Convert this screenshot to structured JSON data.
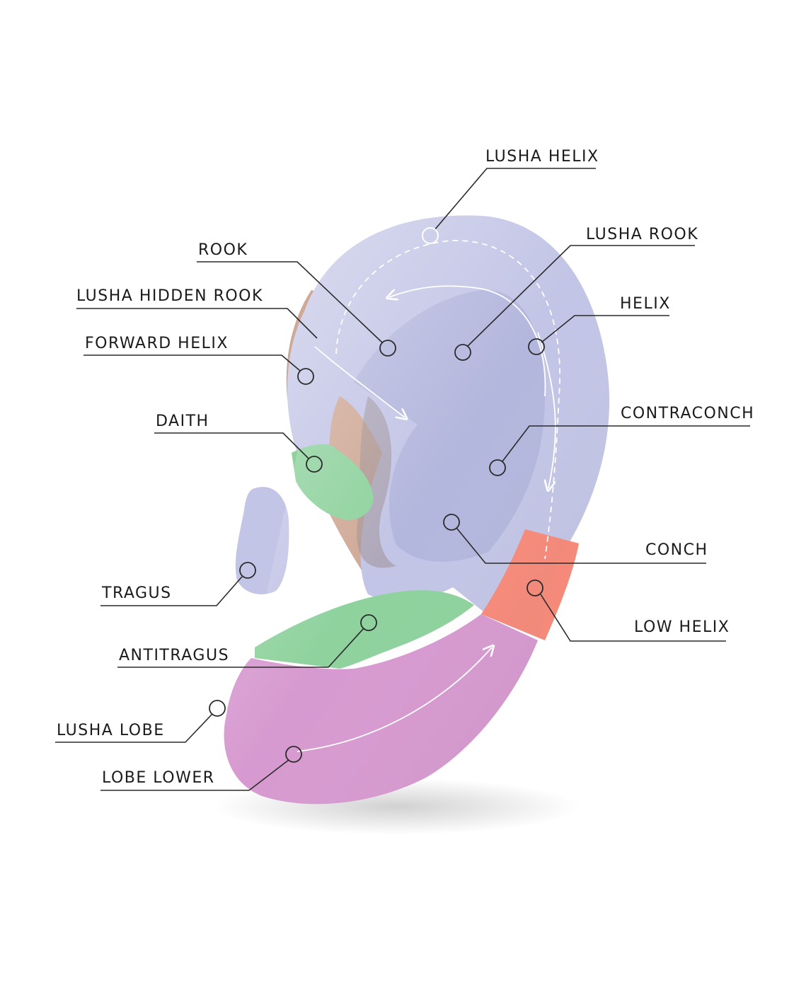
{
  "colors": {
    "lavender": "#c3c5e6",
    "green": "#8fd29e",
    "coral": "#f68a7a",
    "pink": "#d79ad0",
    "skin": "#c79a85"
  },
  "labels": {
    "lusha_helix": "LUSHA HELIX",
    "lusha_rook": "LUSHA ROOK",
    "rook": "ROOK",
    "lusha_hidden_rook": "LUSHA HIDDEN ROOK",
    "helix": "HELIX",
    "forward_helix": "FORWARD HELIX",
    "daith": "DAITH",
    "contraconch": "CONTRACONCH",
    "conch": "CONCH",
    "tragus": "TRAGUS",
    "low_helix": "LOW HELIX",
    "antitragus": "ANTITRAGUS",
    "lusha_lobe": "LUSHA LOBE",
    "lobe_lower": "LOBE LOWER"
  }
}
